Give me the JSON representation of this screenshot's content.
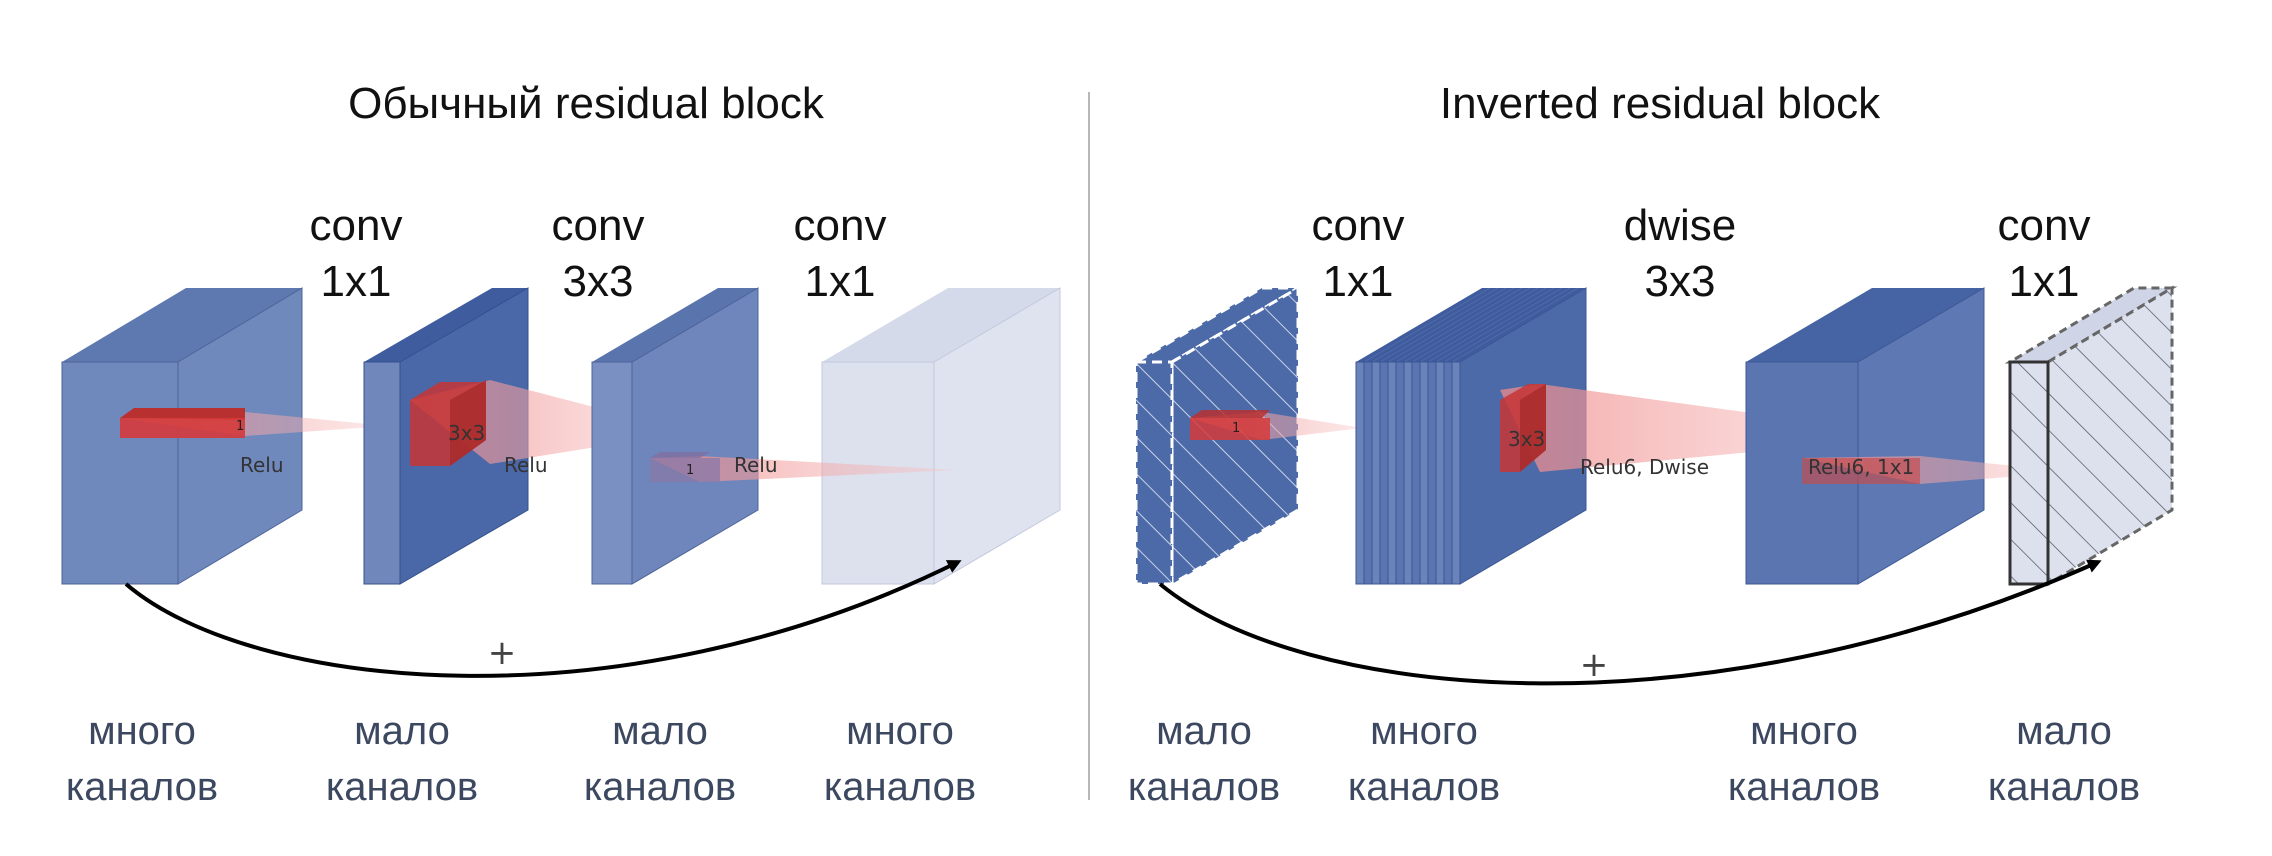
{
  "left_panel": {
    "title": "Обычный residual block",
    "ops": [
      {
        "line1": "conv",
        "line2": "1x1"
      },
      {
        "line1": "conv",
        "line2": "3x3"
      },
      {
        "line1": "conv",
        "line2": "1x1"
      }
    ],
    "channel_labels": [
      {
        "line1": "много",
        "line2": "каналов"
      },
      {
        "line1": "мало",
        "line2": "каналов"
      },
      {
        "line1": "мало",
        "line2": "каналов"
      },
      {
        "line1": "много",
        "line2": "каналов"
      }
    ],
    "activation_labels": [
      "Relu",
      "Relu",
      "Relu"
    ],
    "kernel_labels": [
      "1",
      "3x3",
      "1"
    ],
    "skip_symbol": "+"
  },
  "right_panel": {
    "title": "Inverted residual block",
    "ops": [
      {
        "line1": "conv",
        "line2": "1x1"
      },
      {
        "line1": "dwise",
        "line2": "3x3"
      },
      {
        "line1": "conv",
        "line2": "1x1"
      }
    ],
    "channel_labels": [
      {
        "line1": "мало",
        "line2": "каналов"
      },
      {
        "line1": "много",
        "line2": "каналов"
      },
      {
        "line1": "много",
        "line2": "каналов"
      },
      {
        "line1": "мало",
        "line2": "каналов"
      }
    ],
    "activation_labels": [
      "Relu6, Dwise",
      "Relu6, 1x1"
    ],
    "kernel_labels": [
      "1",
      "3x3"
    ],
    "skip_symbol": "+"
  },
  "colors": {
    "block_front": "#6f87bb",
    "block_side": "#6680b6",
    "block_top": "#5a74ad",
    "block_dark": "#4a68a8",
    "block_light": "#dde1ee",
    "kernel_red": "#d63a3a",
    "projection_pink": "#f4a7a7",
    "channel_text": "#3c4760"
  }
}
